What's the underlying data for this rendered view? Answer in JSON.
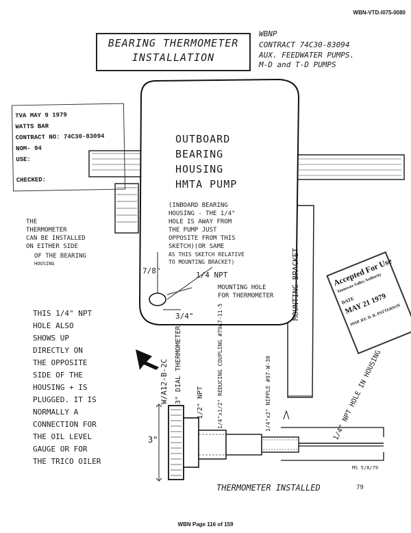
{
  "header": {
    "doc_id": "WBN-VTD-I075-0080"
  },
  "title_box": {
    "line1": "BEARING THERMOMETER",
    "line2": "INSTALLATION"
  },
  "contract_note": {
    "line1": "WBNP",
    "line2": "CONTRACT 74C30-83094",
    "line3": "AUX. FEEDWATER PUMPS.",
    "line4": "M-D and T-D PUMPS"
  },
  "stamp": {
    "line1": "TVA MAY 9 1979",
    "line2": "WATTS BAR",
    "line3": "CONTRACT NO: 74C30-83094",
    "line4": "NOM- 94",
    "line5": "USE:",
    "line6": "CHECKED:"
  },
  "housing_label": {
    "line1": "OUTBOARD",
    "line2": "BEARING",
    "line3": "HOUSING",
    "line4": "HMTA PUMP"
  },
  "inboard_note": {
    "line1": "(INBOARD BEARING",
    "line2": "HOUSING - THE 1/4\"",
    "line3": "HOLE IS AWAY FROM",
    "line4": "THE PUMP JUST",
    "line5": "OPPOSITE FROM THIS",
    "line6": "SKETCH)(OR SAME",
    "line7": "AS THIS SKETCH RELATIVE",
    "line8": "TO MOUNTING BRACKET)"
  },
  "left_note": {
    "line1": "THE",
    "line2": "THERMOMETER",
    "line3": "CAN BE INSTALLED",
    "line4": "ON EITHER SIDE",
    "line5": "OF THE BEARING",
    "line6": "HOUSING"
  },
  "dimensions": {
    "seven_eighths": "7/8\"",
    "three_quarters": "3/4\"",
    "npt": "1/4 NPT",
    "three_inch": "3\""
  },
  "mounting_hole": {
    "line1": "MOUNTING HOLE",
    "line2": "FOR THERMOMETER"
  },
  "bracket_label": "MOUNTING BRACKET",
  "big_note": {
    "line1": "THIS 1/4\" NPT",
    "line2": "HOLE ALSO",
    "line3": "SHOWS UP",
    "line4": "DIRECTLY ON",
    "line5": "THE OPPOSITE",
    "line6": "SIDE OF THE",
    "line7": "HOUSING + IS",
    "line8": "PLUGGED. IT IS",
    "line9": "NORMALLY A",
    "line10": "CONNECTION FOR",
    "line11": "THE OIL LEVEL",
    "line12": "GAUGE OR FOR",
    "line13": "THE TRICO OILER"
  },
  "vertical_labels": {
    "part_no": "W/A12-B-2C",
    "dial": "3\" DIAL THERMOMETER",
    "half_npt": "1/2\" NPT",
    "coupling": "1/4\"x1/2\" REDUCING COUPLING #79A7-11-5",
    "nipple": "1/4\"x2\" NIPPLE #97-W-30",
    "quarter_npt_hole": "1/4\" NPT HOLE IN HOUSING"
  },
  "accepted_stamp": {
    "title": "Accepted For Use",
    "authority": "Tennessee Valley Authority",
    "date_label": "DATE",
    "date_value": "MAY 21 1979",
    "insp_line": "INSP. BY: D. R. PATTERSON"
  },
  "installed_label": "THERMOMETER INSTALLED",
  "initials": "MS 5/8/79",
  "corner_number": "79",
  "footer": "WBN Page 116 of 159"
}
